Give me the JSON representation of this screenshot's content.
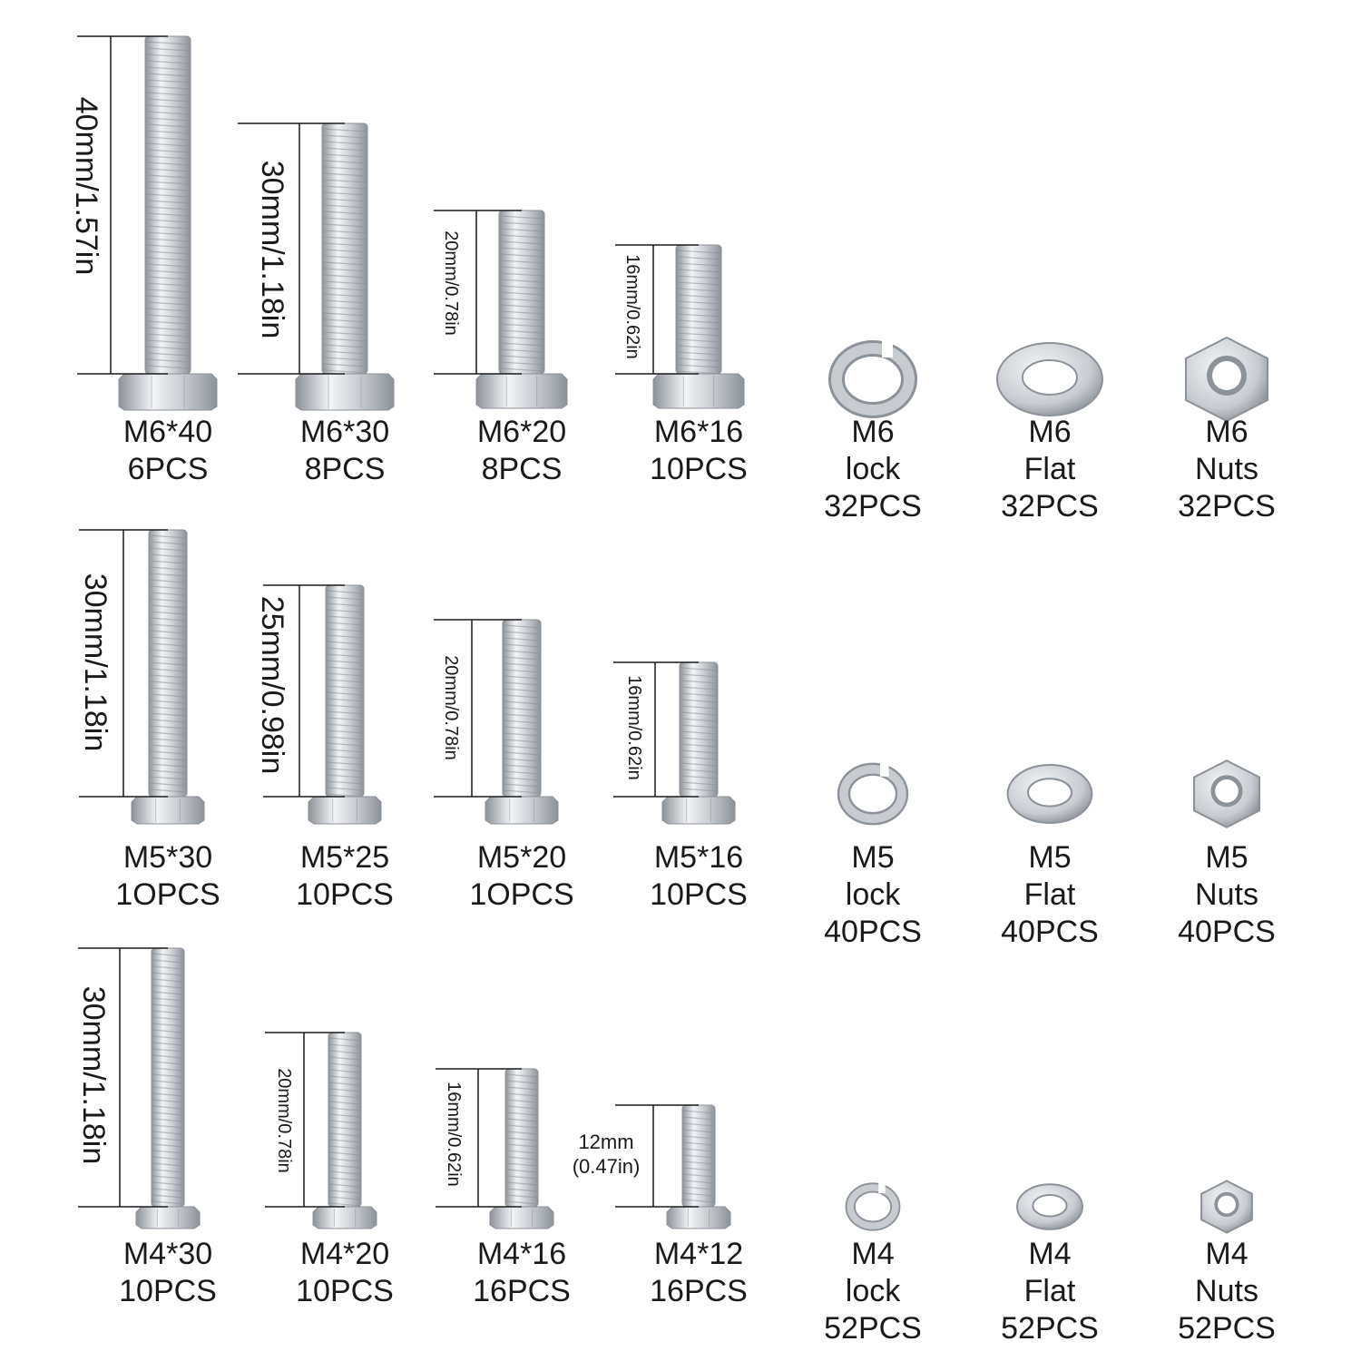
{
  "colors": {
    "steel_light": "#f2f4f6",
    "steel_mid": "#c8ccd1",
    "steel_dark": "#8c9299",
    "dimension_line": "#1a1a1a",
    "text": "#1a1a1a"
  },
  "rows": [
    {
      "bolts": [
        {
          "name": "M6*40",
          "qty": "6PCS",
          "dimension": "40mm/1.57in"
        },
        {
          "name": "M6*30",
          "qty": "8PCS",
          "dimension": "30mm/1.18in"
        },
        {
          "name": "M6*20",
          "qty": "8PCS",
          "dimension": "20mm/0.78in"
        },
        {
          "name": "M6*16",
          "qty": "10PCS",
          "dimension": "16mm/0.62in"
        }
      ],
      "hardware": [
        {
          "size": "M6",
          "kind": "lock",
          "qty": "32PCS",
          "icon": "lock-washer-icon"
        },
        {
          "size": "M6",
          "kind": "Flat",
          "qty": "32PCS",
          "icon": "flat-washer-icon"
        },
        {
          "size": "M6",
          "kind": "Nuts",
          "qty": "32PCS",
          "icon": "hex-nut-icon"
        }
      ]
    },
    {
      "bolts": [
        {
          "name": "M5*30",
          "qty": "1OPCS",
          "dimension": "30mm/1.18in"
        },
        {
          "name": "M5*25",
          "qty": "10PCS",
          "dimension": "25mm/0.98in"
        },
        {
          "name": "M5*20",
          "qty": "1OPCS",
          "dimension": "20mm/0.78in"
        },
        {
          "name": "M5*16",
          "qty": "10PCS",
          "dimension": "16mm/0.62in"
        }
      ],
      "hardware": [
        {
          "size": "M5",
          "kind": "lock",
          "qty": "40PCS",
          "icon": "lock-washer-icon"
        },
        {
          "size": "M5",
          "kind": "Flat",
          "qty": "40PCS",
          "icon": "flat-washer-icon"
        },
        {
          "size": "M5",
          "kind": "Nuts",
          "qty": "40PCS",
          "icon": "hex-nut-icon"
        }
      ]
    },
    {
      "bolts": [
        {
          "name": "M4*30",
          "qty": "10PCS",
          "dimension": "30mm/1.18in"
        },
        {
          "name": "M4*20",
          "qty": "10PCS",
          "dimension": "20mm/0.78in"
        },
        {
          "name": "M4*16",
          "qty": "16PCS",
          "dimension": "16mm/0.62in"
        },
        {
          "name": "M4*12",
          "qty": "16PCS",
          "dimension": "12mm\n(0.47in)"
        }
      ],
      "hardware": [
        {
          "size": "M4",
          "kind": "lock",
          "qty": "52PCS",
          "icon": "lock-washer-icon"
        },
        {
          "size": "M4",
          "kind": "Flat",
          "qty": "52PCS",
          "icon": "flat-washer-icon"
        },
        {
          "size": "M4",
          "kind": "Nuts",
          "qty": "52PCS",
          "icon": "hex-nut-icon"
        }
      ]
    }
  ]
}
